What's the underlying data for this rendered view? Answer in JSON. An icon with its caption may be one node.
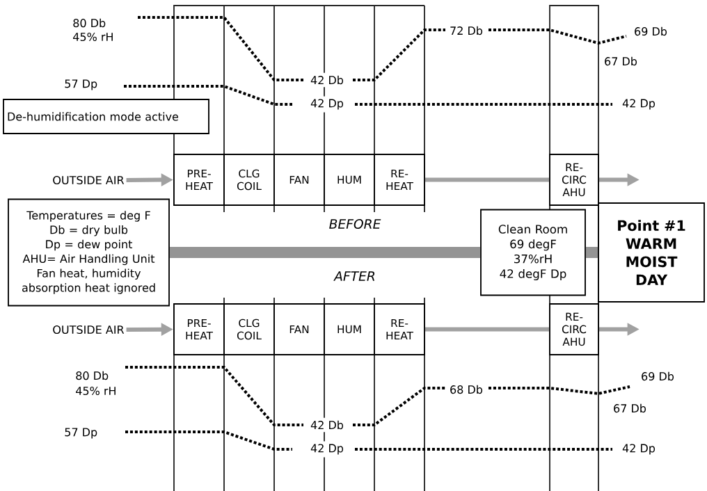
{
  "diagram": {
    "nodes": [
      {
        "text": [
          "De-humidification mode active"
        ]
      },
      {
        "text": [
          "OUTSIDE AIR"
        ]
      },
      {
        "text": [
          "PRE-HEAT"
        ]
      },
      {
        "text": [
          "CLG COIL"
        ]
      },
      {
        "text": [
          "FAN"
        ]
      },
      {
        "text": [
          "HUM"
        ]
      },
      {
        "text": [
          "RE-HEAT"
        ]
      },
      {
        "text": [
          "RE-CIRC AHU"
        ]
      },
      {
        "text": [
          "Temperatures = deg F",
          "Db = dry bulb",
          "Dp = dew point",
          "AHU= Air Handling Unit",
          "Fan heat, humidity absorption heat ignored"
        ]
      },
      {
        "text": [
          "Clean Room",
          "69 degF",
          "37%rH",
          "42 degF Dp"
        ]
      },
      {
        "text": [
          "Point #1 WARM MOIST DAY"
        ]
      },
      {
        "text": [
          "OUTSIDE AIR"
        ]
      },
      {
        "text": [
          "PRE-HEAT"
        ]
      },
      {
        "text": [
          "CLG COIL"
        ]
      },
      {
        "text": [
          "FAN"
        ]
      },
      {
        "text": [
          "HUM"
        ]
      },
      {
        "text": [
          "RE-HEAT"
        ]
      },
      {
        "text": [
          "RE-CIRC AHU"
        ]
      }
    ],
    "edges": [
      {
        "from": 1,
        "to": 2,
        "arrow": "to"
      },
      {
        "from": 6,
        "to": 7,
        "arrow": "none"
      },
      {
        "from": 7,
        "to": null,
        "arrow": "to"
      },
      {
        "from": 8,
        "to": 9,
        "arrow": "none",
        "style": "thick"
      },
      {
        "from": 9,
        "to": 10,
        "arrow": "none",
        "style": "thick"
      },
      {
        "from": 11,
        "to": 12,
        "arrow": "to"
      },
      {
        "from": 16,
        "to": 17,
        "arrow": "none"
      },
      {
        "from": 17,
        "to": null,
        "arrow": "to"
      }
    ],
    "labels": [
      "80 Db",
      "45% rH",
      "72 Db",
      "69 Db",
      "67 Db",
      "42 Db",
      "57 Dp",
      "42 Dp",
      "42 Dp",
      "BEFORE",
      "AFTER",
      "80 Db",
      "45% rH",
      "69 Db",
      "68 Db",
      "67 Db",
      "42 Db",
      "57 Dp",
      "42 Dp",
      "42 Dp"
    ]
  }
}
